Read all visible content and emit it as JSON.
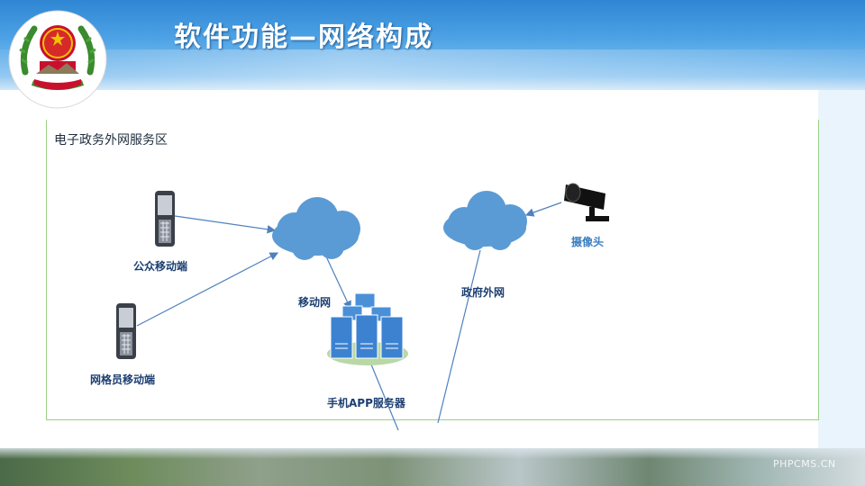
{
  "header": {
    "title": "软件功能—网络构成"
  },
  "diagram": {
    "zone_label": "电子政务外网服务区",
    "nodes": {
      "public_mobile": "公众移动端",
      "grid_mobile": "网格员移动端",
      "mobile_network": "移动网",
      "app_server": "手机APP服务器",
      "gov_network": "政府外网",
      "camera": "摄像头"
    }
  },
  "footer": {
    "watermark": "PHPCMS.CN"
  },
  "colors": {
    "cloud": "#5b9bd5",
    "connector": "#4f81bd",
    "frame": "#9ccf86",
    "label": "#1d3f72"
  }
}
